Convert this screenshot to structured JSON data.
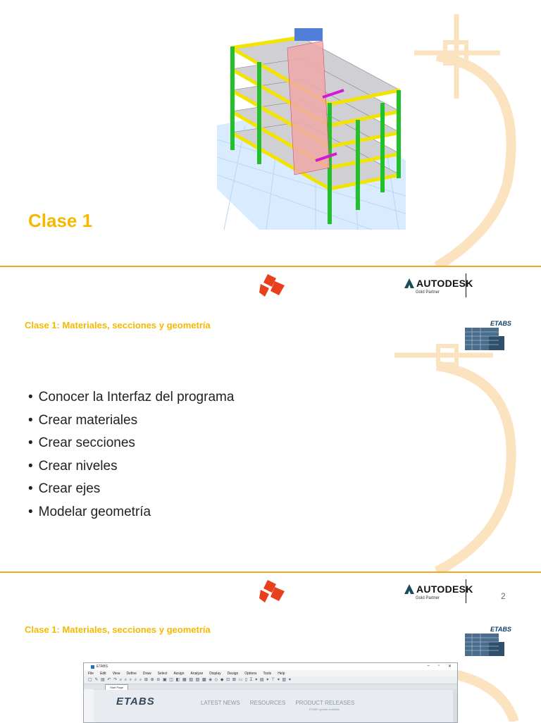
{
  "slide1": {
    "title": "Clase 1",
    "image": "etabs-3d-building-model"
  },
  "header": {
    "partner_brand": "AUTODESK",
    "partner_level": "Gold Partner"
  },
  "slide2": {
    "subtitle": "Clase 1: Materiales, secciones y geometría",
    "thumb_label": "ETABS",
    "bullets": [
      "Conocer la Interfaz del programa",
      "Crear materiales",
      "Crear secciones",
      "Crear niveles",
      "Crear ejes",
      "Modelar geometría"
    ]
  },
  "slide3": {
    "page_number": "2",
    "subtitle": "Clase 1: Materiales, secciones y geometría",
    "thumb_label": "ETABS",
    "app": {
      "window_title": "ETABS",
      "menu": [
        "File",
        "Edit",
        "View",
        "Define",
        "Draw",
        "Select",
        "Assign",
        "Analyze",
        "Display",
        "Design",
        "Options",
        "Tools",
        "Help"
      ],
      "tab_label": "Start Page",
      "logo": "ETABS",
      "nav": [
        "LATEST NEWS",
        "RESOURCES",
        "PRODUCT RELEASES"
      ],
      "product_sub": "ETABS update available"
    }
  },
  "colors": {
    "accent_orange": "#f5a623",
    "title_yellow": "#f5b800",
    "logo_red": "#e8401c"
  }
}
